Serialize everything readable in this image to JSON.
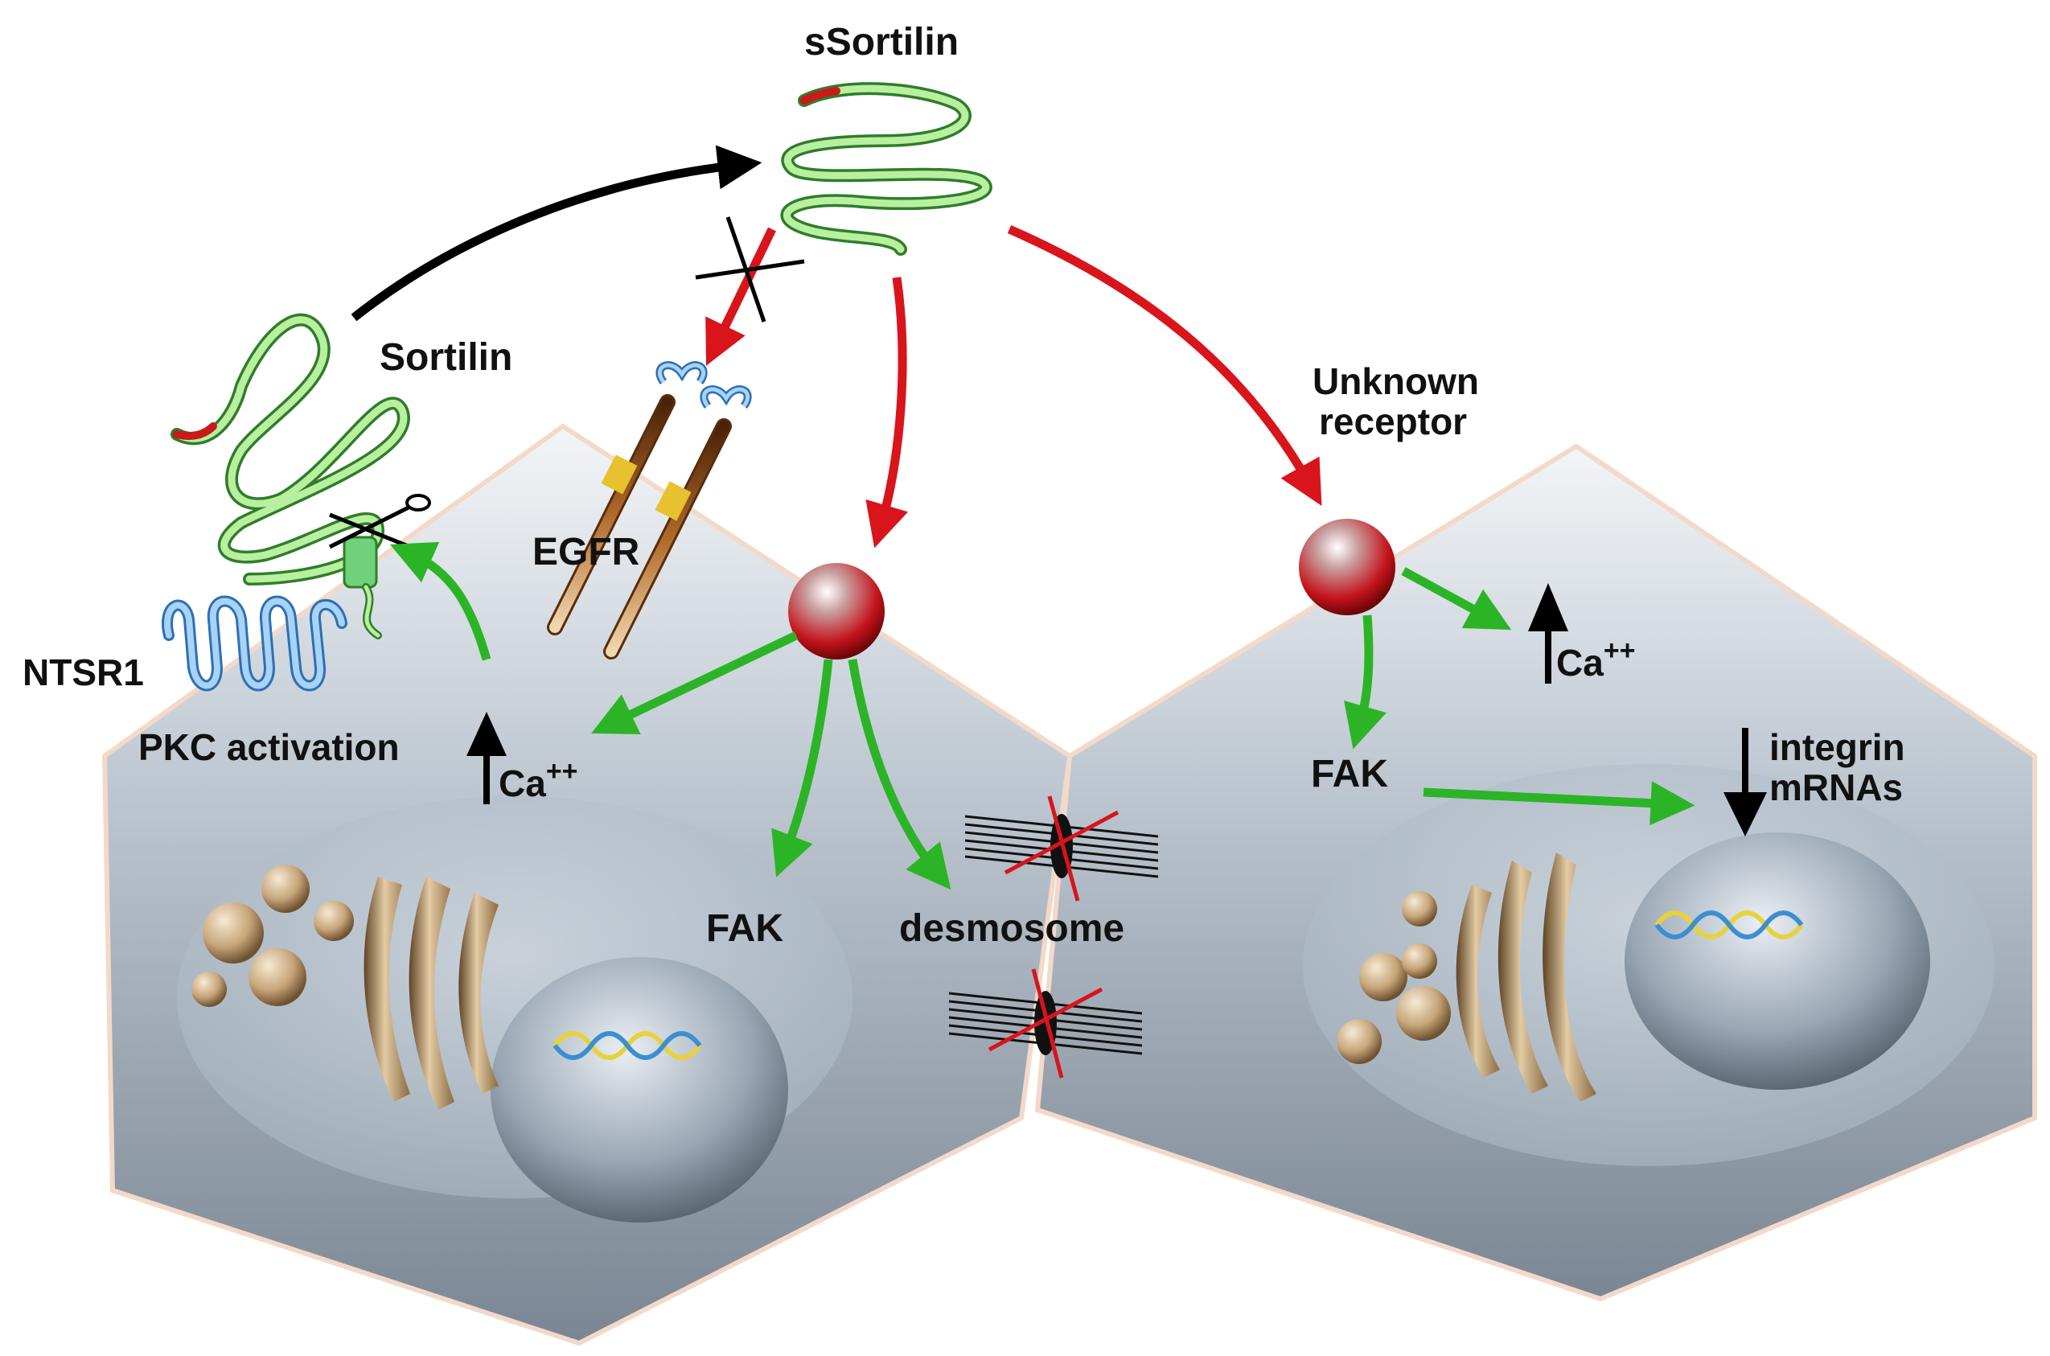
{
  "labels": {
    "ssortilin": "sSortilin",
    "sortilin": "Sortilin",
    "egfr": "EGFR",
    "ntsr1": "NTSR1",
    "pkc_activation": "PKC activation",
    "ca_left": "Ca",
    "ca_left_sup": "++",
    "fak_left": "FAK",
    "desmosome": "desmosome",
    "unknown_receptor_line1": "Unknown",
    "unknown_receptor_line2": "receptor",
    "ca_right": "Ca",
    "ca_right_sup": "++",
    "fak_right": "FAK",
    "integrin_line1": "integrin",
    "integrin_line2": "mRNAs"
  },
  "colors": {
    "inhibit_arrow": "#d9141b",
    "activate_arrow": "#2cb427",
    "transition_arrow": "#000000",
    "protein": "#9fe08a",
    "cell": "#aab7c3",
    "receptor_blue": "#7fb6ea"
  },
  "icons": [
    "scissors-icon",
    "dna-helix-icon",
    "up-arrow-icon",
    "down-arrow-icon",
    "receptor-sphere-icon"
  ]
}
